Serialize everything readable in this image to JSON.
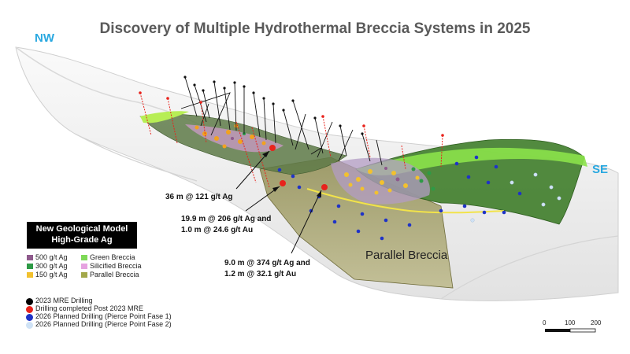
{
  "title": "Discovery of Multiple Hydrothermal Breccia Systems in 2025",
  "compass": {
    "nw": "NW",
    "se": "SE"
  },
  "legend": {
    "heading_line1": "New Geological Model",
    "heading_line2": "High-Grade Ag",
    "grades": [
      {
        "label": "500 g/t Ag",
        "color": "#8e5a8c"
      },
      {
        "label": "300 g/t Ag",
        "color": "#2e9a46"
      },
      {
        "label": "150 g/t Ag",
        "color": "#f2c12e"
      }
    ],
    "units": [
      {
        "label": "Green Breccia",
        "color": "#7ed957"
      },
      {
        "label": "Silicified Breccia",
        "color": "#e6a3e0"
      },
      {
        "label": "Parallel Breccia",
        "color": "#a3a84a"
      }
    ],
    "drilling": [
      {
        "label": "2023 MRE Drilling",
        "color": "#000000"
      },
      {
        "label": "Drilling completed Post 2023 MRE",
        "color": "#e8231c"
      },
      {
        "label": "2026 Planned Drilling (Pierce Point Fase 1)",
        "color": "#1f33c7"
      },
      {
        "label": "2026 Planned Drilling (Pierce Point Fase 2)",
        "color": "#cfe2f5"
      }
    ]
  },
  "annotations": [
    {
      "line1": "36 m @ 121 g/t Ag",
      "line2": ""
    },
    {
      "line1": "19.9 m @ 206 g/t Ag and",
      "line2": "1.0 m @ 24.6 g/t Au"
    },
    {
      "line1": "9.0 m @ 374 g/t Ag and",
      "line2": "1.2 m @ 32.1 g/t Au"
    }
  ],
  "parallel_label": "Parallel Breccia",
  "scale": {
    "ticks": [
      "0",
      "100",
      "200"
    ]
  }
}
